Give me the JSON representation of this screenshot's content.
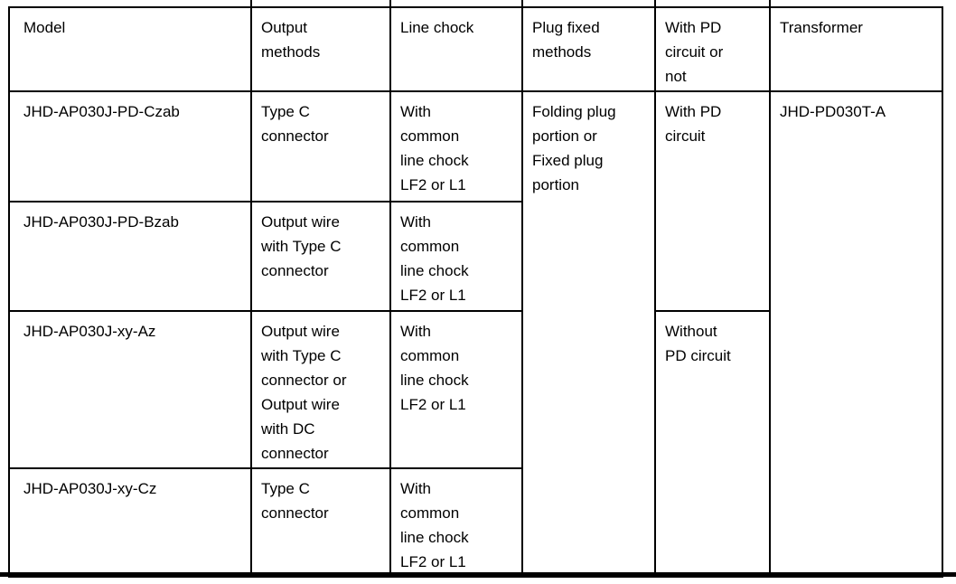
{
  "colors": {
    "text": "#000000",
    "border": "#000000",
    "background": "#ffffff"
  },
  "table": {
    "headers": {
      "model": "Model",
      "output_methods": "Output\nmethods",
      "line_chock": "Line chock",
      "plug_fixed": "Plug fixed\nmethods",
      "pd_circuit": "With PD\ncircuit or\nnot",
      "transformer": "Transformer"
    },
    "rows": [
      {
        "model": "JHD-AP030J-PD-Czab",
        "output_methods": "Type C\nconnector",
        "line_chock": "With\ncommon\nline chock\nLF2 or L1"
      },
      {
        "model": "JHD-AP030J-PD-Bzab",
        "output_methods": "Output wire\nwith Type C\nconnector",
        "line_chock": "With\ncommon\nline chock\nLF2 or L1"
      },
      {
        "model": "JHD-AP030J-xy-Az",
        "output_methods": "Output wire\nwith Type C\nconnector or\nOutput wire\nwith DC\nconnector",
        "line_chock": "With\ncommon\nline chock\nLF2 or L1"
      },
      {
        "model": "JHD-AP030J-xy-Cz",
        "output_methods": "Type C\nconnector",
        "line_chock": "With\ncommon\nline chock\nLF2 or L1"
      }
    ],
    "merged": {
      "plug_fixed": "Folding plug\nportion or\nFixed plug\nportion",
      "with_pd": "With PD\ncircuit",
      "without_pd": "Without\nPD circuit",
      "transformer": "JHD-PD030T-A"
    }
  }
}
